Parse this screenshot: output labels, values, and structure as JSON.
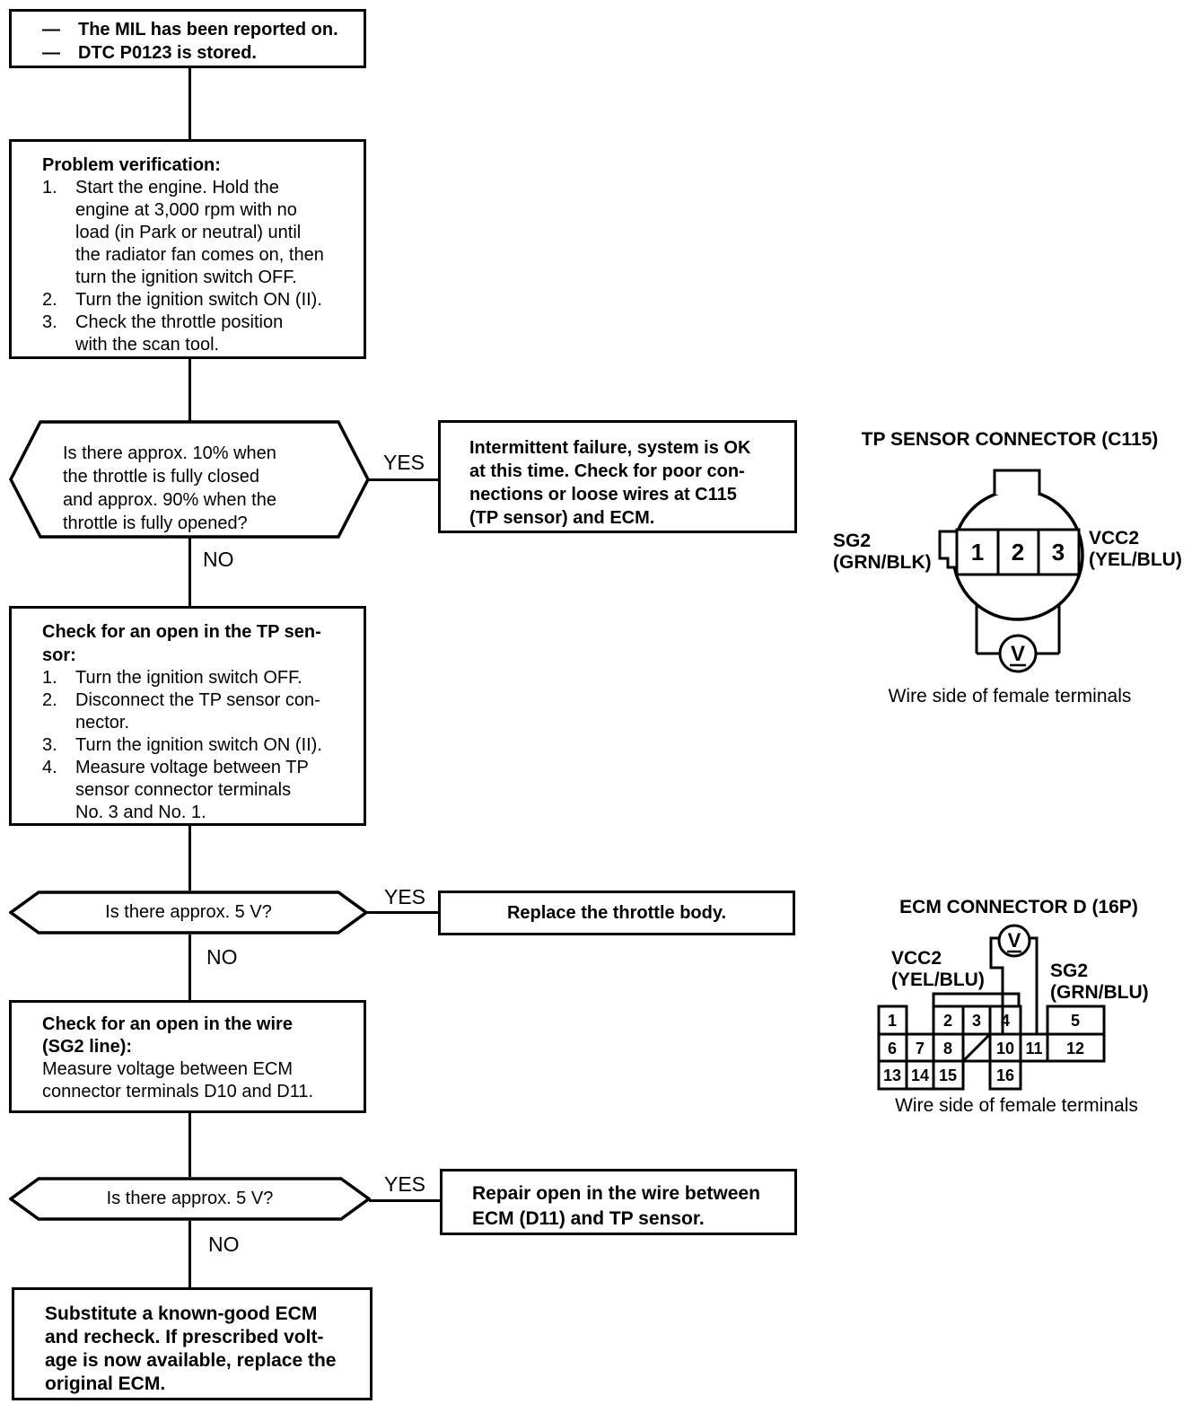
{
  "flow": {
    "yes": "YES",
    "no": "NO",
    "start": {
      "bullet": "—",
      "lines": [
        "The MIL has been reported on.",
        "DTC P0123 is stored."
      ]
    },
    "verify": {
      "title": "Problem verification:",
      "steps": [
        {
          "num": "1.",
          "text": "Start the engine. Hold the\nengine at 3,000 rpm with no\nload (in Park or neutral) until\nthe radiator fan comes on, then\nturn the ignition switch OFF."
        },
        {
          "num": "2.",
          "text": "Turn the ignition switch ON (II)."
        },
        {
          "num": "3.",
          "text": "Check the throttle position\nwith the scan tool."
        }
      ]
    },
    "decision1": {
      "text": "Is there approx. 10% when\nthe throttle is fully closed\nand approx. 90% when the\nthrottle is fully opened?"
    },
    "intermittent": {
      "text": "Intermittent failure, system is OK\nat this time. Check for poor con-\nnections or loose wires at C115\n(TP sensor) and ECM."
    },
    "open_tp": {
      "title": "Check for an open in the TP sen-\nsor:",
      "steps": [
        {
          "num": "1.",
          "text": "Turn the ignition switch OFF."
        },
        {
          "num": "2.",
          "text": "Disconnect the TP sensor con-\nnector."
        },
        {
          "num": "3.",
          "text": "Turn the ignition switch ON (II)."
        },
        {
          "num": "4.",
          "text": "Measure voltage between TP\nsensor connector terminals\nNo. 3 and No. 1."
        }
      ]
    },
    "decision2": {
      "text": "Is there approx. 5 V?"
    },
    "replace": {
      "text": "Replace the throttle body."
    },
    "open_wire": {
      "title": "Check for an open in the wire\n(SG2 line):",
      "text": "Measure voltage between ECM\nconnector terminals D10 and D11."
    },
    "decision3": {
      "text": "Is there approx. 5 V?"
    },
    "repair": {
      "text": "Repair open in the wire between\nECM (D11) and TP sensor."
    },
    "substitute": {
      "text": "Substitute a known-good ECM\nand recheck. If prescribed volt-\nage is now available, replace the\noriginal ECM."
    }
  },
  "tp_connector": {
    "title": "TP SENSOR CONNECTOR (C115)",
    "left_signal": "SG2\n(GRN/BLK)",
    "right_signal": "VCC2\n(YEL/BLU)",
    "terminals": [
      "1",
      "2",
      "3"
    ],
    "meter_label": "V",
    "caption": "Wire side of female terminals"
  },
  "ecm_connector": {
    "title": "ECM CONNECTOR D (16P)",
    "left_signal": "VCC2\n(YEL/BLU)",
    "right_signal": "SG2\n(GRN/BLU)",
    "pins": [
      "1",
      "2",
      "3",
      "4",
      "5",
      "6",
      "7",
      "8",
      "10",
      "11",
      "12",
      "13",
      "14",
      "15",
      "16"
    ],
    "meter_label": "V",
    "caption": "Wire side of female terminals"
  }
}
